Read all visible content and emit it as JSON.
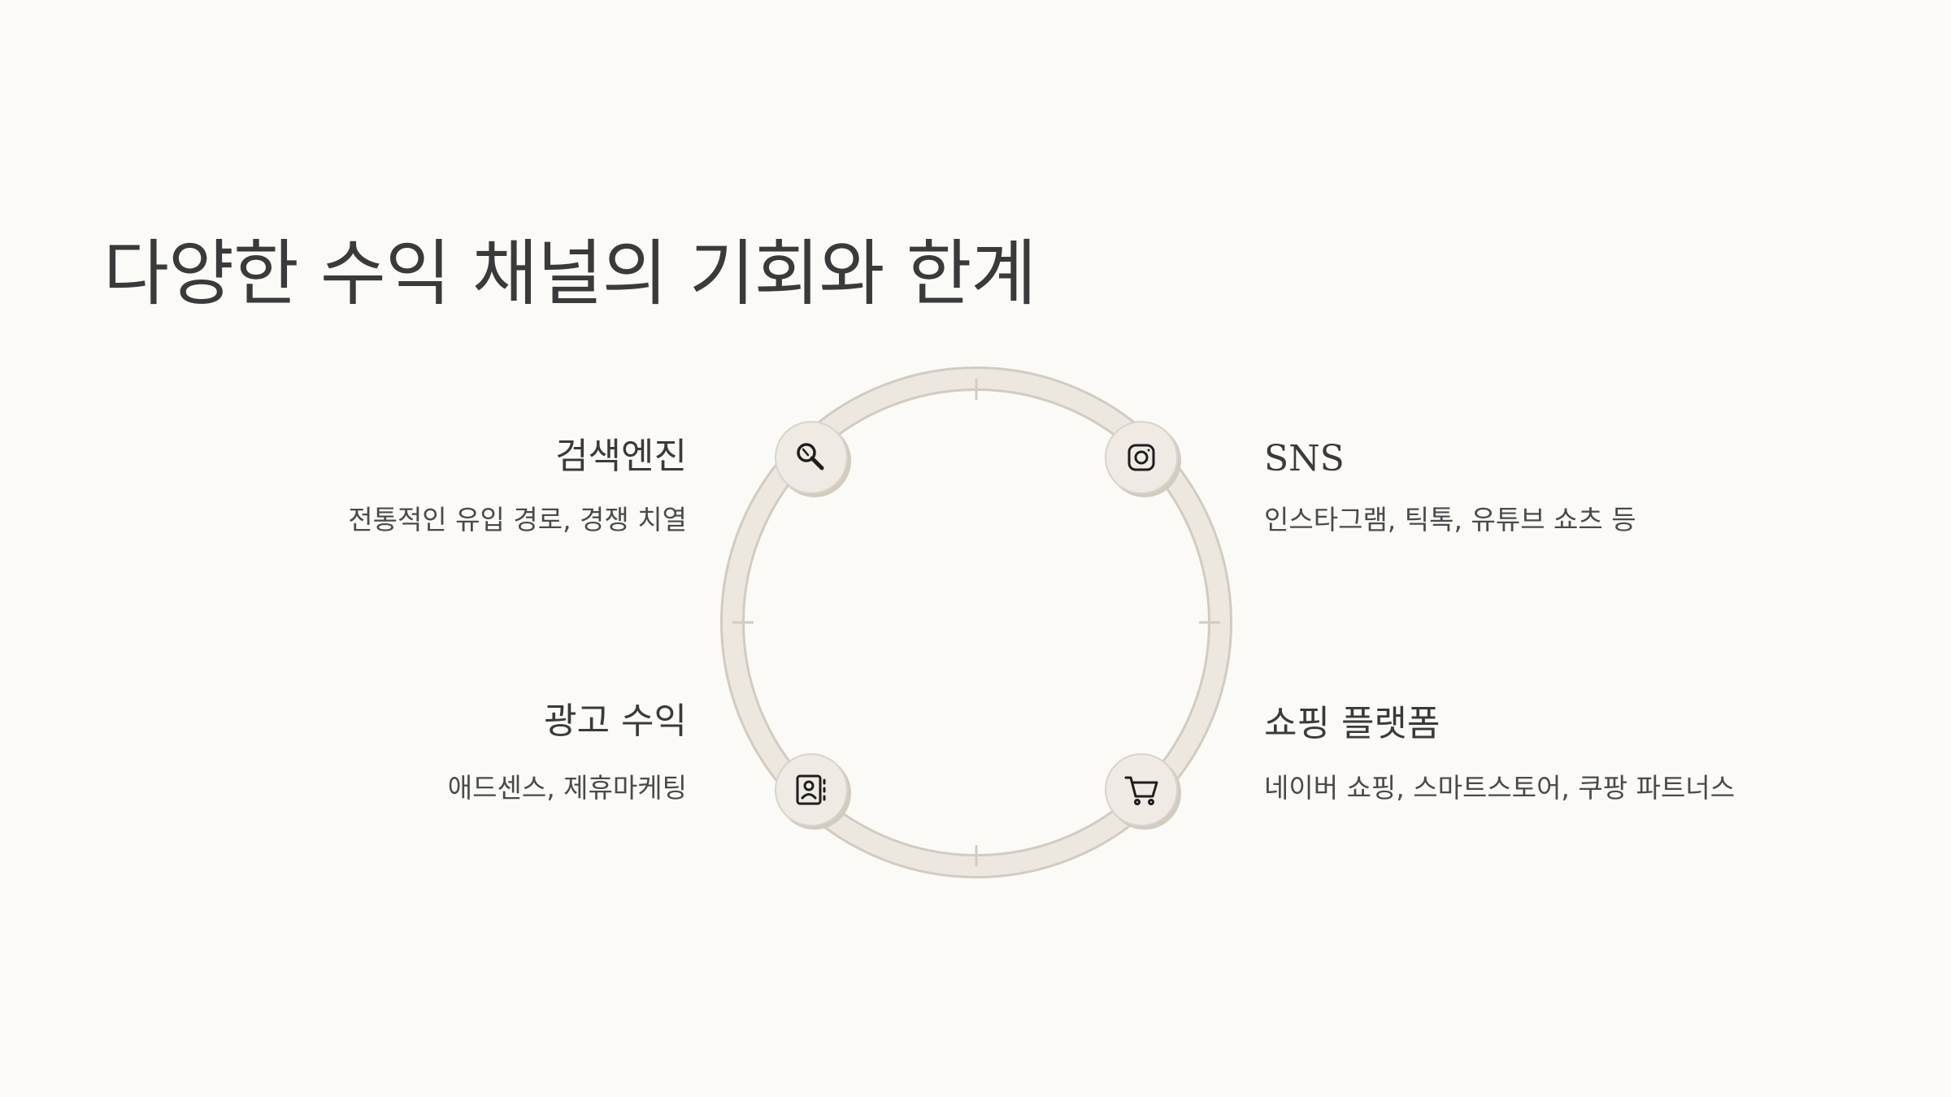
{
  "title": "다양한 수익 채널의 기회와 한계",
  "items": {
    "search": {
      "title": "검색엔진",
      "desc": "전통적인 유입 경로, 경쟁 치열",
      "icon": "search-icon"
    },
    "sns": {
      "title": "SNS",
      "desc": "인스타그램, 틱톡, 유튜브 쇼츠 등",
      "icon": "instagram-icon"
    },
    "ads": {
      "title": "광고 수익",
      "desc": "애드센스, 제휴마케팅",
      "icon": "contact-book-icon"
    },
    "shop": {
      "title": "쇼핑 플랫폼",
      "desc": "네이버 쇼핑, 스마트스토어, 쿠팡 파트너스",
      "icon": "shopping-cart-icon"
    }
  },
  "colors": {
    "background": "#fbfaf7",
    "ring": "#ece8e0",
    "ring_edge": "#d2cbc0",
    "icon_fill": "#efebe4",
    "text": "#3a3a3a"
  }
}
